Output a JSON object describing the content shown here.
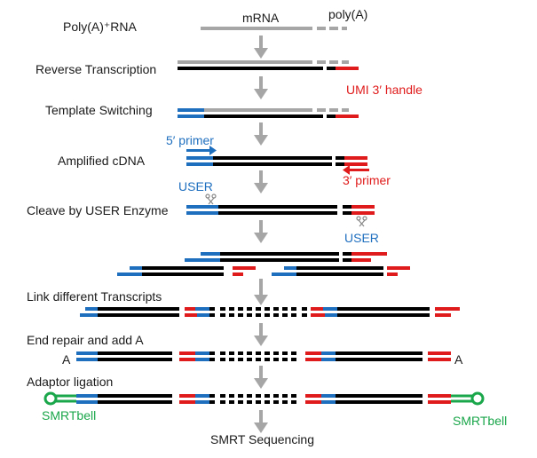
{
  "steps": {
    "polya_rna": "Poly(A)⁺RNA",
    "reverse_transcription": "Reverse Transcription",
    "template_switching": "Template Switching",
    "amplified_cdna": "Amplified cDNA",
    "cleave_user": "Cleave by USER Enzyme",
    "link_transcripts": "Link different Transcripts",
    "end_repair": "End repair and add A",
    "adaptor_ligation": "Adaptor ligation",
    "smrt_sequencing": "SMRT Sequencing"
  },
  "annotations": {
    "mrna": "mRNA",
    "polya": "poly(A)",
    "umi_handle": "UMI 3′ handle",
    "primer5": "5′ primer",
    "primer3": "3′ primer",
    "user_left": "USER",
    "user_right": "USER",
    "a_left": "A",
    "a_right": "A",
    "smrtbell_left": "SMRTbell",
    "smrtbell_right": "SMRTbell"
  },
  "colors": {
    "strand": "#000000",
    "rna": "#a6a6a6",
    "umi_handle": "#e01b1b",
    "primer_5": "#1f6fbf",
    "adaptor": "#1aa64a",
    "arrow": "#a6a6a6"
  }
}
